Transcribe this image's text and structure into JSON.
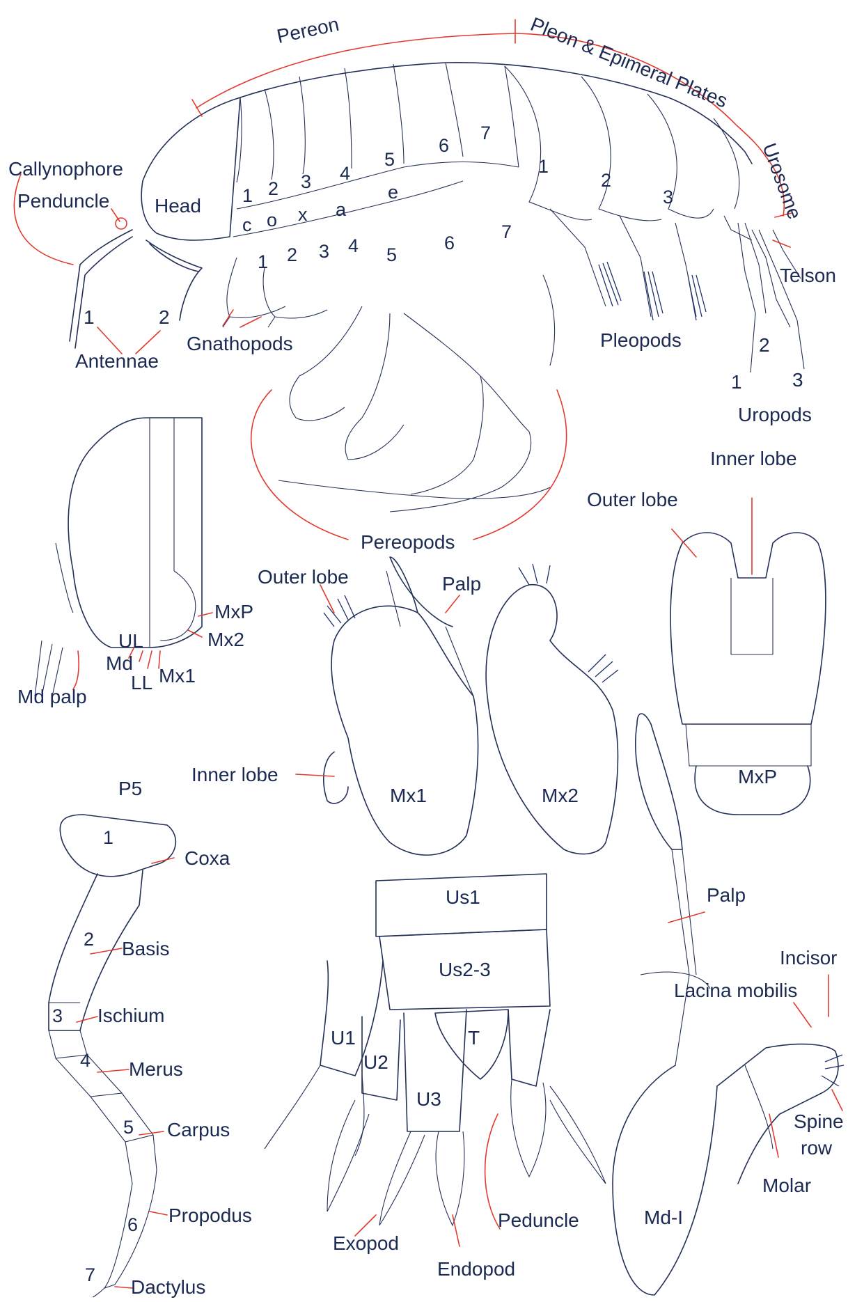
{
  "colors": {
    "line": "#233057",
    "leader": "#e23a2f",
    "text": "#1b2a52",
    "background": "#ffffff"
  },
  "habitus": {
    "regions": {
      "pereon": "Pereon",
      "pleon": "Pleon & Epimeral Plates",
      "urosome": "Urosome"
    },
    "labels": {
      "callynophore": "Callynophore",
      "peduncle": "Penduncle",
      "head": "Head",
      "antennae": "Antennae",
      "antenna_1": "1",
      "antenna_2": "2",
      "gnathopods": "Gnathopods",
      "pereopods": "Pereopods",
      "pleopods": "Pleopods",
      "telson": "Telson",
      "uropods": "Uropods",
      "uropod_1": "1",
      "uropod_2": "2",
      "uropod_3": "3"
    },
    "pereon_segments": [
      "1",
      "2",
      "3",
      "4",
      "5",
      "6",
      "7"
    ],
    "coxa_letters": [
      "c",
      "o",
      "x",
      "a",
      "e"
    ],
    "coxa_numbers": [
      "1",
      "2",
      "3",
      "4",
      "5",
      "6",
      "7"
    ],
    "pleon_segments": [
      "1",
      "2",
      "3"
    ]
  },
  "head_detail": {
    "labels": [
      "MxP",
      "Mx2",
      "UL",
      "Md",
      "LL",
      "Mx1",
      "Md palp"
    ]
  },
  "mx1": {
    "outer_lobe": "Outer lobe",
    "palp": "Palp",
    "inner_lobe": "Inner lobe",
    "name": "Mx1"
  },
  "mx2": {
    "name": "Mx2"
  },
  "mxp": {
    "inner_lobe": "Inner lobe",
    "outer_lobe": "Outer lobe",
    "name": "MxP"
  },
  "p5": {
    "title": "P5",
    "segments": [
      {
        "num": "1",
        "name": "Coxa"
      },
      {
        "num": "2",
        "name": "Basis"
      },
      {
        "num": "3",
        "name": "Ischium"
      },
      {
        "num": "4",
        "name": "Merus"
      },
      {
        "num": "5",
        "name": "Carpus"
      },
      {
        "num": "6",
        "name": "Propodus"
      },
      {
        "num": "7",
        "name": "Dactylus"
      }
    ]
  },
  "urosome_detail": {
    "us1": "Us1",
    "us23": "Us2-3",
    "telson": "T",
    "u1": "U1",
    "u2": "U2",
    "u3": "U3",
    "exopod": "Exopod",
    "endopod": "Endopod",
    "peduncle": "Peduncle"
  },
  "mandible": {
    "palp": "Palp",
    "incisor": "Incisor",
    "lacina": "Lacina mobilis",
    "spine_row_1": "Spine",
    "spine_row_2": "row",
    "molar": "Molar",
    "name": "Md-I"
  }
}
